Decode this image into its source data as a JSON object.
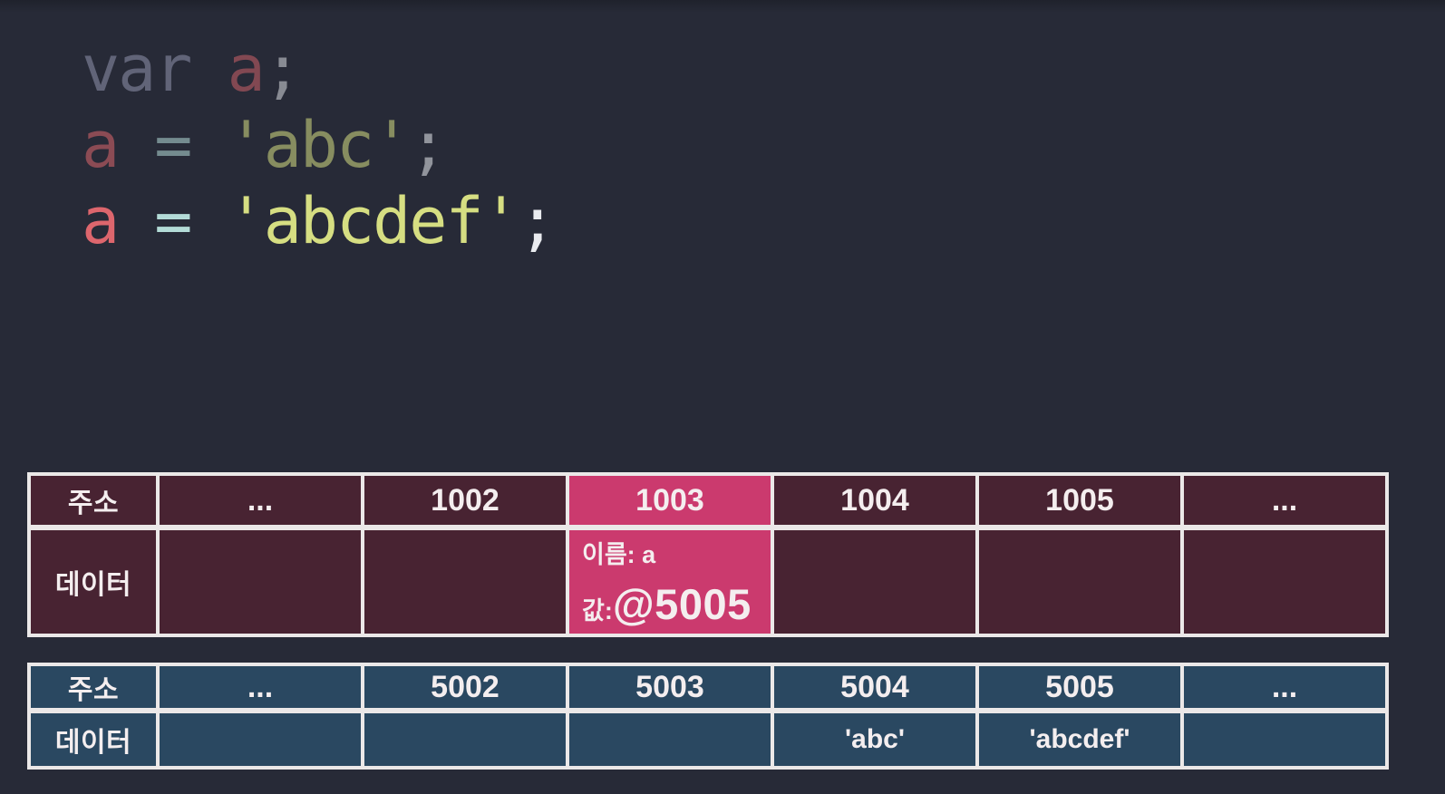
{
  "code": {
    "line1": {
      "keyword": "var",
      "variable": " a",
      "punct": ";"
    },
    "line2": {
      "variable": "a",
      "operator": " = ",
      "string": "'abc'",
      "punct": ";"
    },
    "line3": {
      "variable": "a",
      "operator": " = ",
      "string": "'abcdef'",
      "punct": ";"
    }
  },
  "stack_table": {
    "row_headers": {
      "address": "주소",
      "data": "데이터"
    },
    "addresses": [
      "...",
      "1002",
      "1003",
      "1004",
      "1005",
      "..."
    ],
    "data": [
      "",
      "",
      "",
      "",
      "",
      ""
    ],
    "highlighted_address": "1003",
    "variable_cell": {
      "name_line": "이름: a",
      "value_prefix": "값: ",
      "value": "@5005"
    }
  },
  "heap_table": {
    "row_headers": {
      "address": "주소",
      "data": "데이터"
    },
    "addresses": [
      "...",
      "5002",
      "5003",
      "5004",
      "5005",
      "..."
    ],
    "data": [
      "",
      "",
      "",
      "'abc'",
      "'abcdef'",
      ""
    ]
  },
  "colors": {
    "background": "#272a37",
    "stack_header_red": "#a8252e",
    "stack_cell_maroon": "#482332",
    "highlight_pink": "#cb3a6e",
    "heap_header_blue": "#3d84b8",
    "heap_cell_slate": "#2a4861",
    "table_border_white": "#ebe8e8",
    "code_keyword": "#9b9eb8",
    "code_variable": "#dd666d",
    "code_operator": "#b3dbd7",
    "code_string": "#d6de82",
    "code_punct": "#e9ebef"
  }
}
